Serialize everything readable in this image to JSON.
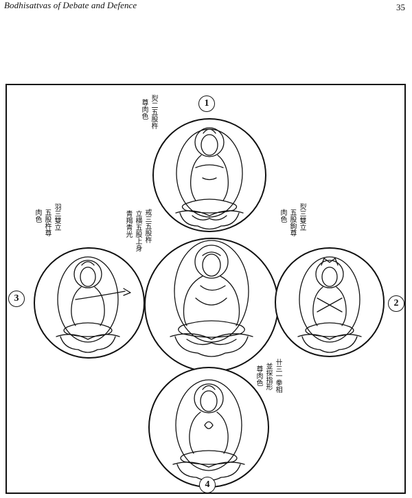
{
  "page": {
    "running_head": "Bodhisattvas of Debate and Defence",
    "page_number": "35"
  },
  "figures": {
    "top": {
      "label": "1"
    },
    "right": {
      "label": "2"
    },
    "left": {
      "label": "3"
    },
    "bottom": {
      "label": "4"
    }
  },
  "inscriptions": {
    "top": [
      "烮二五股杵",
      "尊肉色"
    ],
    "left": [
      "羽三雙立",
      "五股杵尊",
      "肉色"
    ],
    "center": [
      "戒三五股杵",
      "立横五股上身",
      "青羯青光"
    ],
    "right": [
      "烮三雙立",
      "五股鉤尊",
      "肉色"
    ],
    "bottom": [
      "卄三一拳相",
      "並探指形",
      "尊肉色"
    ]
  }
}
